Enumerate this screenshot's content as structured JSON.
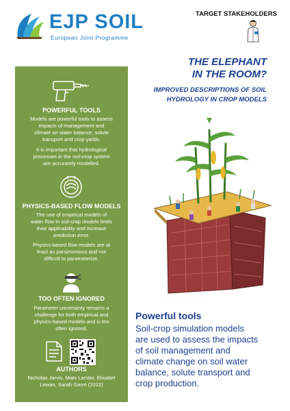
{
  "header": {
    "brand": "EJP SOIL",
    "brand_sub": "European Joint Programme",
    "target_label": "TARGET STAKEHOLDERS"
  },
  "title": {
    "line1": "THE ELEPHANT",
    "line2": "IN THE ROOM?",
    "sub_line1": "IMPROVED DESCRIPTIONS OF SOIL",
    "sub_line2": "HYDROLOGY IN CROP MODELS"
  },
  "sidebar": {
    "sections": [
      {
        "title": "POWERFUL TOOLS",
        "paragraphs": [
          [
            "Models are powerful tools to assess",
            "impacts of management and",
            "climate on water balance, solute",
            "transport and crop yields."
          ],
          [
            "It is important that hydrological",
            "processes in the soil-crop system",
            "are accurately modelled."
          ]
        ]
      },
      {
        "title": "PHYSICS-BASED FLOW MODELS",
        "paragraphs": [
          [
            "The use of empirical models of",
            "water flow in soil-crop models limits",
            "their applicability and increase",
            "prediction error."
          ],
          [
            "Physics-based flow models are at",
            "least as parsimonious and not",
            "difficult to parameterize."
          ]
        ]
      },
      {
        "title": "TOO OFTEN IGNORED",
        "paragraphs": [
          [
            "Parameter uncertainty remains a",
            "challenge for both empirical and",
            "physics-based models and is too",
            "often ignored."
          ]
        ]
      },
      {
        "title": "AUTHORS",
        "paragraphs": [
          [
            "Nicholas Jarvis, Mats Larsbo, Elisabet",
            "Lewan, Sarah Garré (2022)"
          ]
        ]
      }
    ]
  },
  "main": {
    "heading": "Powerful tools",
    "body_lines": [
      "Soil-crop simulation models",
      "are used to assess the impacts",
      "of soil management and",
      "climate change on soil water",
      "balance, solute transport and",
      "crop production."
    ]
  },
  "colors": {
    "sidebar_green": "#7a9b47",
    "brand_blue": "#1f7fc4",
    "title_navy": "#1b3f8f"
  }
}
